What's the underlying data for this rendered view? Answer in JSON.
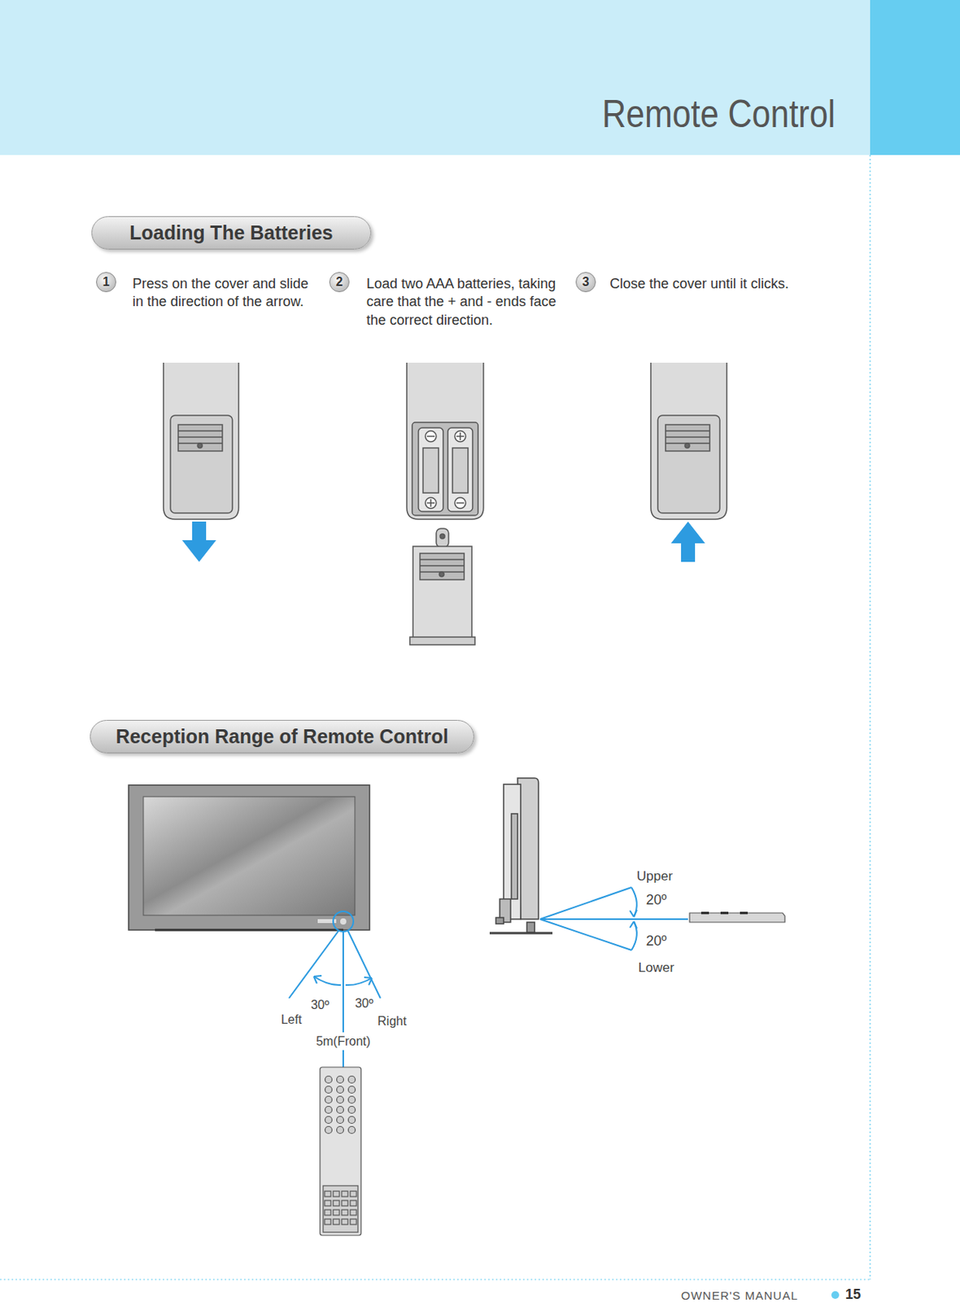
{
  "diagram": {
    "title": "Remote Control",
    "nodes": [
      {
        "text": [
          "Loading The Batteries"
        ]
      },
      {
        "text": [
          "1"
        ]
      },
      {
        "text": [
          "2"
        ]
      },
      {
        "text": [
          "3"
        ]
      },
      {
        "text": [
          "Reception Range of Remote Control"
        ]
      }
    ],
    "edges": [],
    "labels": [
      "Press on the cover and slide in the direction of the arrow.",
      "Load two AAA batteries, taking care that the + and - ends face the correct direction.",
      "Close the cover until it clicks.",
      "Upper",
      "20º",
      "20º",
      "Lower",
      "Left",
      "30º",
      "30º",
      "Right",
      "5m(Front)",
      "OWNER'S MANUAL",
      "15"
    ]
  }
}
